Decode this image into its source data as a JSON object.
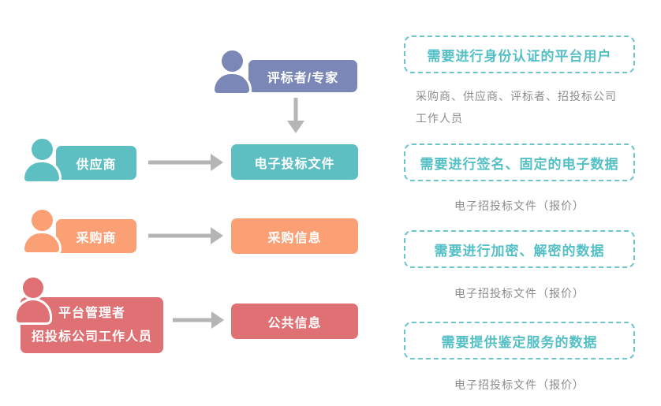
{
  "flow": {
    "rows": [
      {
        "actor": "评标者/专家"
      },
      {
        "actor": "供应商",
        "target": "电子投标文件"
      },
      {
        "actor": "采购商",
        "target": "采购信息"
      },
      {
        "actor_line1": "平台管理者",
        "actor_line2": "招投标公司工作人员",
        "target": "公共信息"
      }
    ]
  },
  "legend": {
    "items": [
      {
        "title": "需要进行身份认证的平台用户",
        "desc_line1": "采购商、供应商、评标者、招投标公司",
        "desc_line2": "工作人员"
      },
      {
        "title": "需要进行签名、固定的电子数据",
        "desc": "电子招投标文件（报价）"
      },
      {
        "title": "需要进行加密、解密的数据",
        "desc": "电子招投标文件（报价）"
      },
      {
        "title": "需要提供鉴定服务的数据",
        "desc": "电子招投标文件（报价）"
      }
    ]
  },
  "colors": {
    "evaluator_purple": "#7b87b6",
    "supplier_teal": "#5ebfc2",
    "purchaser_orange": "#fb9f75",
    "admin_red": "#df7073",
    "arrow_gray": "#b5b5b5",
    "legend_border_teal": "#6cc5c9",
    "legend_title_teal": "#54c0c5",
    "desc_gray": "#8d8d8d"
  }
}
